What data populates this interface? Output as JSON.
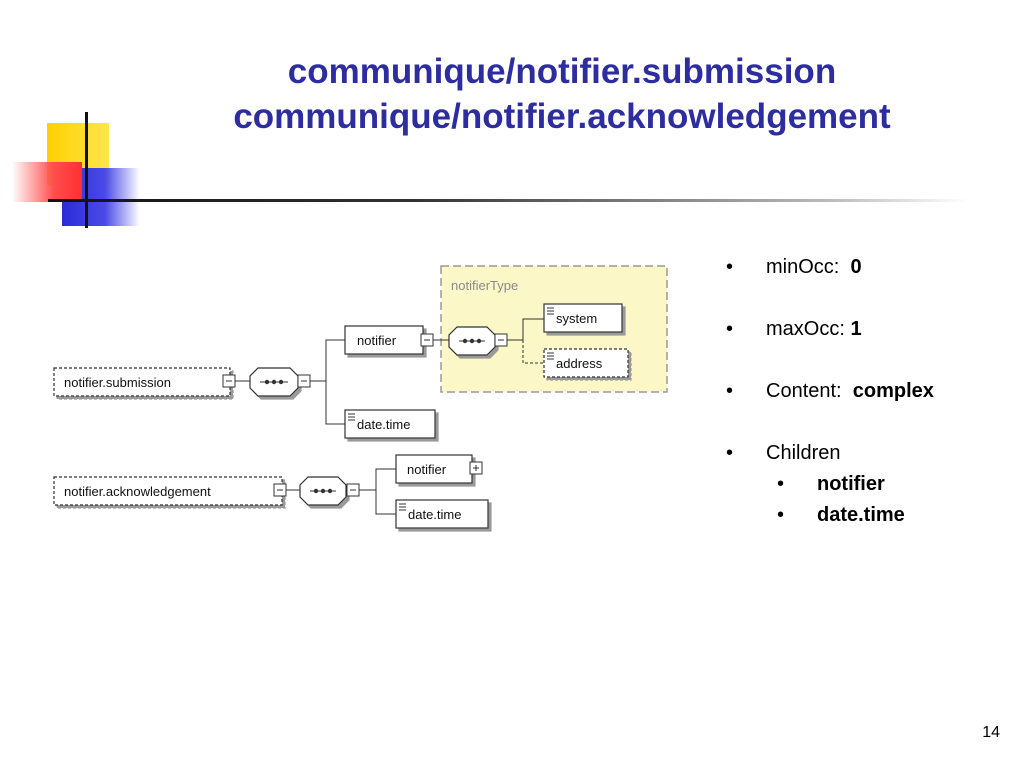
{
  "title": {
    "line1": "communique/notifier.submission",
    "line2": "communique/notifier.acknowledgement"
  },
  "diagram": {
    "submission": {
      "root": "notifier.submission",
      "children": [
        "notifier",
        "date.time"
      ],
      "type_box_label": "notifierType",
      "notifier_children": [
        "system",
        "address"
      ]
    },
    "acknowledgement": {
      "root": "notifier.acknowledgement",
      "children": [
        "notifier",
        "date.time"
      ]
    }
  },
  "bullets": {
    "minocc_label": "minOcc:",
    "minocc_value": "0",
    "maxocc_label": "maxOcc:",
    "maxocc_value": "1",
    "content_label": "Content:",
    "content_value": "complex",
    "children_label": "Children",
    "children_items": [
      "notifier",
      "date.time"
    ]
  },
  "page_number": "14",
  "colors": {
    "title": "#2d2d9f",
    "type_box_fill": "#fbf7c6",
    "type_box_border": "#9a9a9a"
  }
}
